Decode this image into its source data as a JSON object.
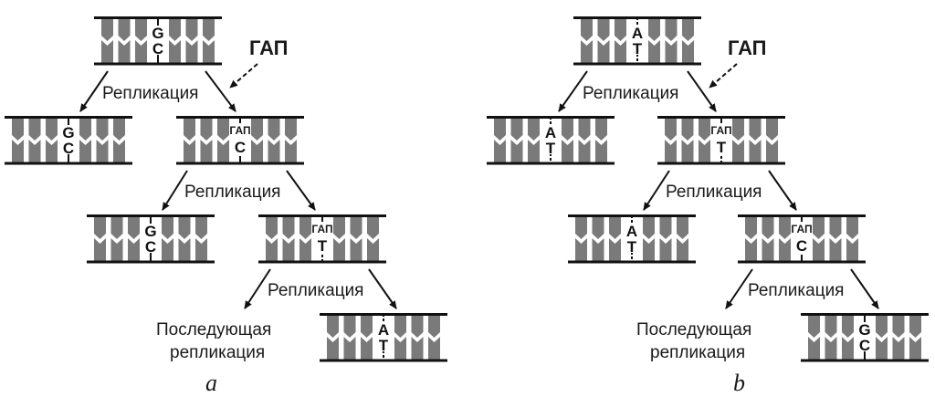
{
  "colors": {
    "strand": "#111111",
    "base_block": "#7a7a7a",
    "text": "#1a1a1a"
  },
  "labels": {
    "replication": "Репликация",
    "gap": "ГАП",
    "subsequent_line1": "Последующая",
    "subsequent_line2": "репликация"
  },
  "panels": [
    {
      "letter": "a",
      "gap_label": "ГАП",
      "dna": [
        {
          "id": "parent",
          "top": "G",
          "bottom": "C",
          "gap": ""
        },
        {
          "id": "daughter-left",
          "top": "G",
          "bottom": "C",
          "gap": ""
        },
        {
          "id": "daughter-right",
          "top": "",
          "bottom": "C",
          "gap": "ГАП"
        },
        {
          "id": "gen2-left",
          "top": "G",
          "bottom": "C",
          "gap": ""
        },
        {
          "id": "gen2-right",
          "top": "",
          "bottom": "T",
          "gap": "ГАП"
        },
        {
          "id": "gen3-right",
          "top": "A",
          "bottom": "T",
          "gap": ""
        }
      ],
      "replication_labels": [
        "Репликация",
        "Репликация",
        "Репликация"
      ],
      "subsequent": [
        "Последующая",
        "репликация"
      ]
    },
    {
      "letter": "b",
      "gap_label": "ГАП",
      "dna": [
        {
          "id": "parent",
          "top": "A",
          "bottom": "T",
          "gap": ""
        },
        {
          "id": "daughter-left",
          "top": "A",
          "bottom": "T",
          "gap": ""
        },
        {
          "id": "daughter-right",
          "top": "",
          "bottom": "T",
          "gap": "ГАП"
        },
        {
          "id": "gen2-left",
          "top": "A",
          "bottom": "T",
          "gap": ""
        },
        {
          "id": "gen2-right",
          "top": "",
          "bottom": "C",
          "gap": "ГАП"
        },
        {
          "id": "gen3-right",
          "top": "G",
          "bottom": "C",
          "gap": ""
        }
      ],
      "replication_labels": [
        "Репликация",
        "Репликация",
        "Репликация"
      ],
      "subsequent": [
        "Последующая",
        "репликация"
      ]
    }
  ]
}
